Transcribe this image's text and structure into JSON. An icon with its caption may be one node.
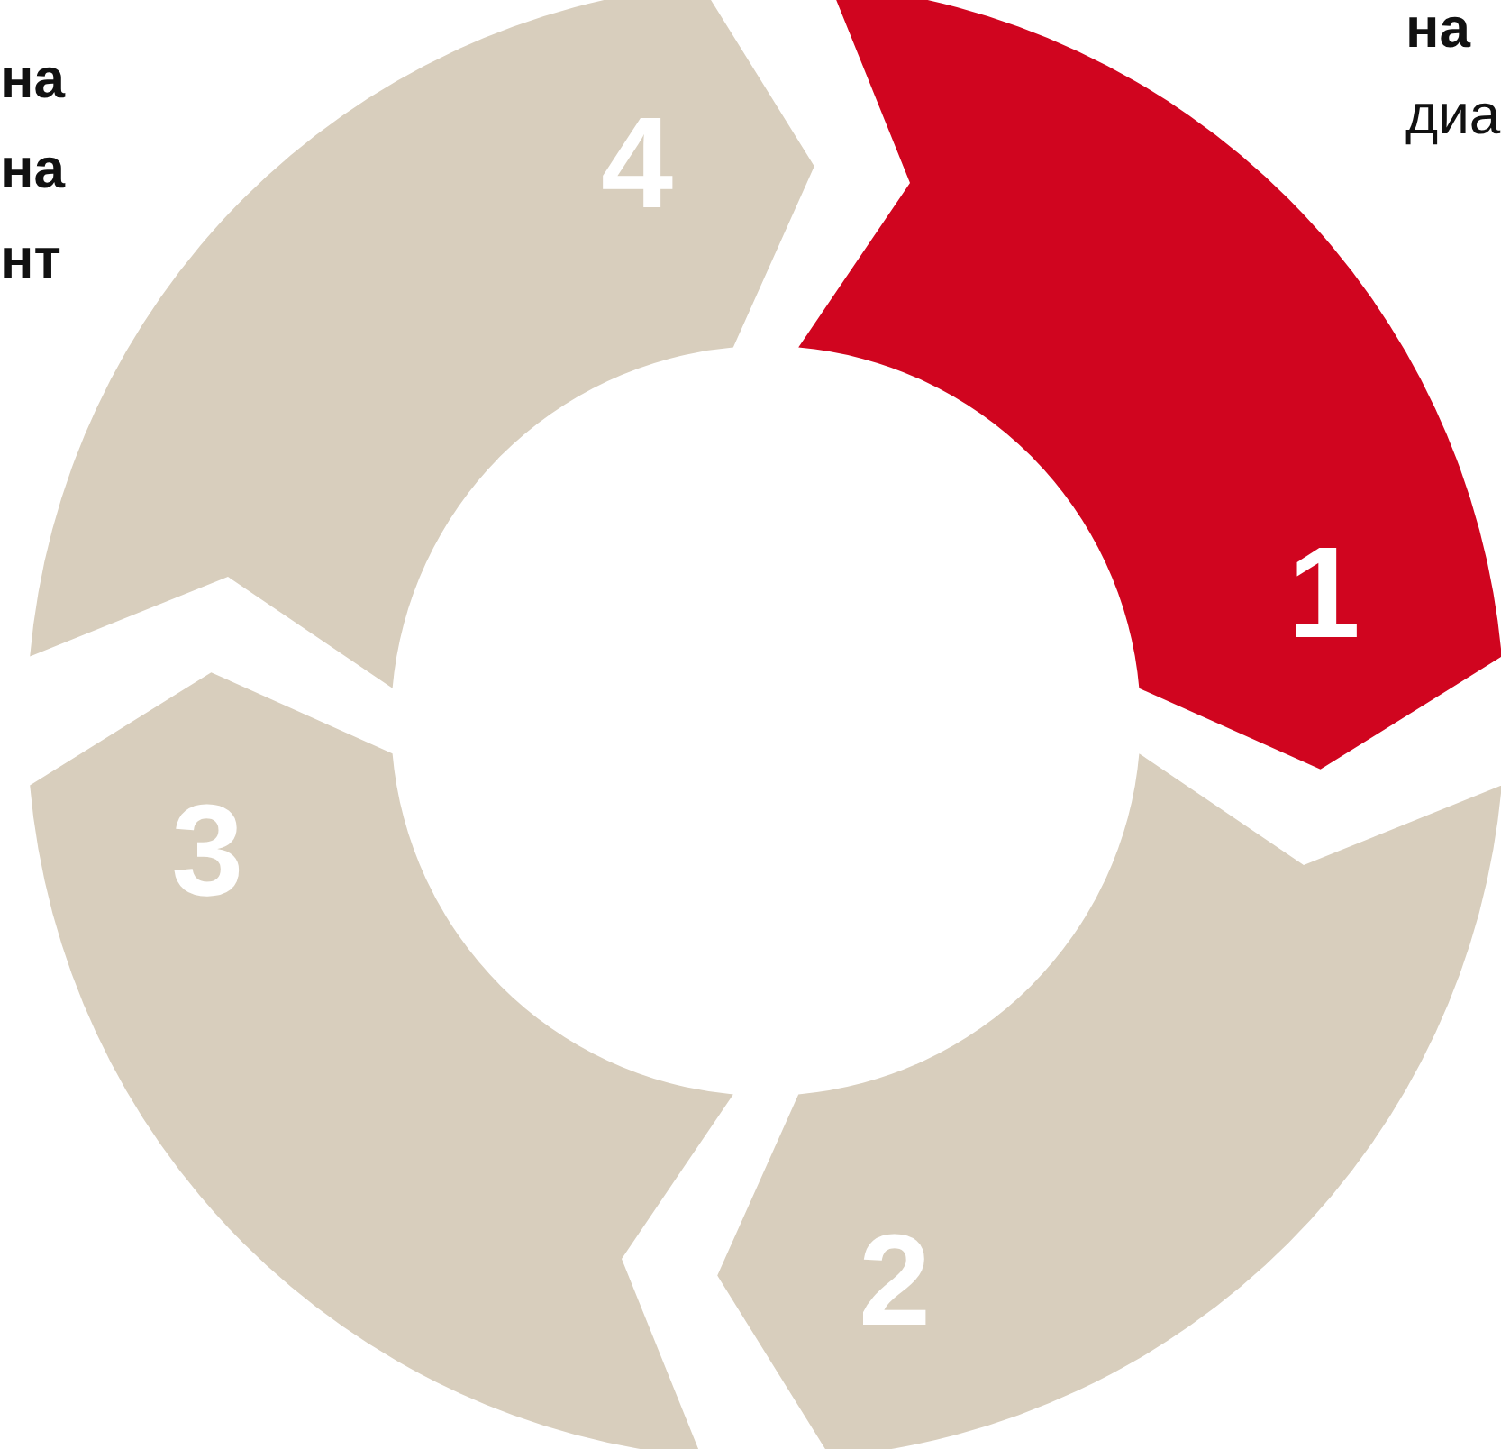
{
  "diagram": {
    "nodes": [
      {
        "text": [
          "1"
        ]
      },
      {
        "text": [
          "2"
        ]
      },
      {
        "text": [
          "3"
        ]
      },
      {
        "text": [
          "4"
        ]
      }
    ],
    "labels": [
      "на",
      "на",
      "нт",
      "на",
      "диа"
    ]
  }
}
